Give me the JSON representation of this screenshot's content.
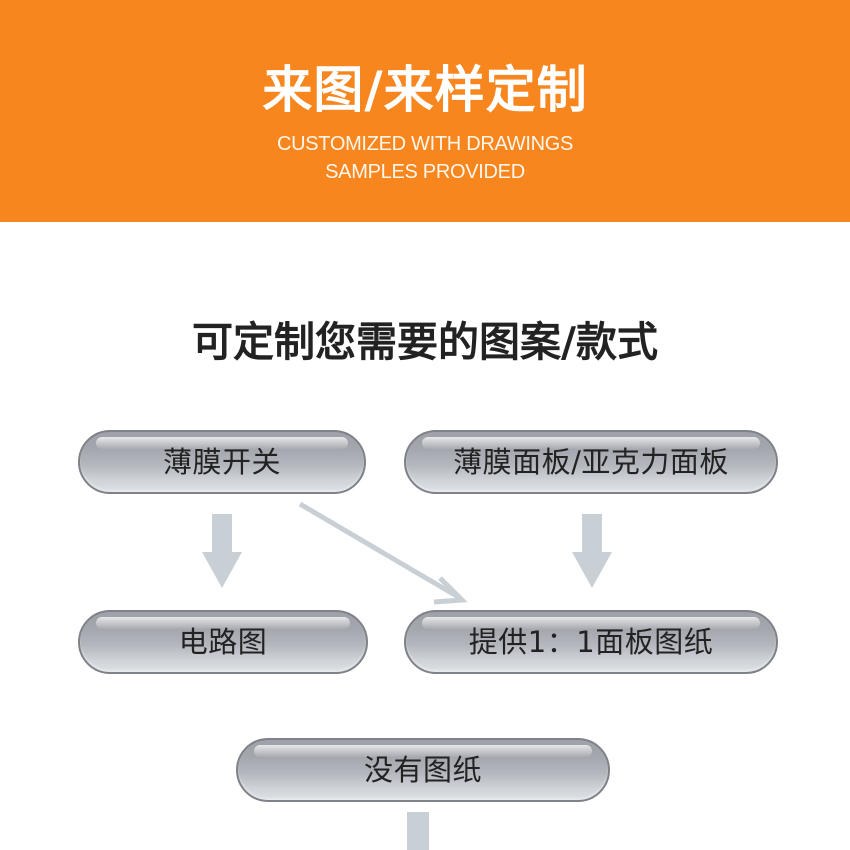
{
  "banner": {
    "title": "来图/来样定制",
    "subtitle_line1": "CUSTOMIZED WITH DRAWINGS",
    "subtitle_line2": "SAMPLES PROVIDED",
    "background_color": "#f8861f"
  },
  "section": {
    "title": "可定制您需要的图案/款式"
  },
  "flow": {
    "nodes": [
      {
        "id": "membrane-switch",
        "label": "薄膜开关"
      },
      {
        "id": "membrane-acrylic-panel",
        "label": "薄膜面板/亚克力面板"
      },
      {
        "id": "circuit-diagram",
        "label": "电路图"
      },
      {
        "id": "provide-1to1-drawing",
        "label": "提供1：1面板图纸"
      },
      {
        "id": "no-drawing",
        "label": "没有图纸"
      }
    ],
    "arrows": [
      {
        "from": "membrane-switch",
        "to": "circuit-diagram",
        "type": "down-arrow"
      },
      {
        "from": "membrane-switch",
        "to": "provide-1to1-drawing",
        "type": "diagonal-arrow"
      },
      {
        "from": "membrane-acrylic-panel",
        "to": "provide-1to1-drawing",
        "type": "down-arrow"
      },
      {
        "from": "no-drawing",
        "to": "",
        "type": "down-arrow"
      }
    ],
    "arrow_color": "#c8d0d6"
  }
}
